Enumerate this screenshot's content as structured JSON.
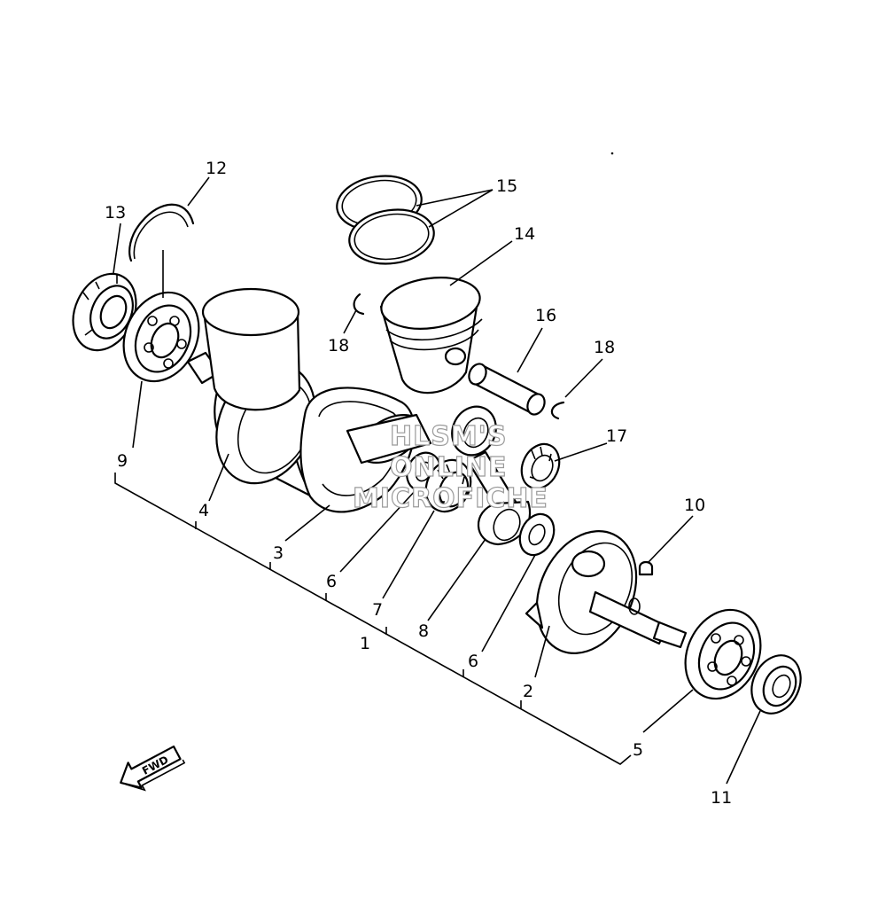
{
  "watermark": [
    "HLSM'S",
    "ONLINE",
    "MICROFICHE"
  ],
  "fwd_label": "FWD",
  "callouts": [
    "1",
    "2",
    "3",
    "4",
    "5",
    "6",
    "6",
    "7",
    "8",
    "9",
    "10",
    "11",
    "12",
    "13",
    "14",
    "15",
    "16",
    "17",
    "18",
    "18"
  ]
}
